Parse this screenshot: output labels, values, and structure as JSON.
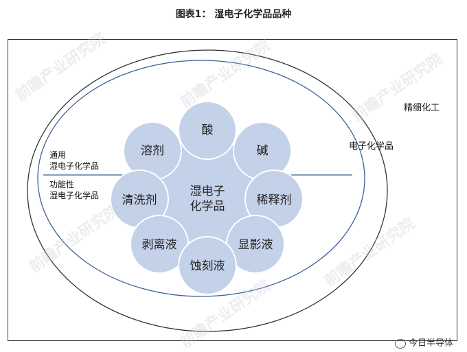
{
  "title": "图表1： 湿电子化学品品种",
  "regions": {
    "outer": "精细化工",
    "middle": "电子化学品",
    "general": [
      "通用",
      "湿电子化学品"
    ],
    "functional": [
      "功能性",
      "湿电子化学品"
    ]
  },
  "center": [
    "湿电子",
    "化学品"
  ],
  "circles": {
    "acid": "酸",
    "alkali": "碱",
    "solvent": "溶剂",
    "cleaner": "清洗剂",
    "diluent": "稀释剂",
    "stripper": "剥离液",
    "developer": "显影液",
    "etchant": "蚀刻液"
  },
  "watermark": "前瞻产业研究院",
  "footer_logo": "今日半导体",
  "colors": {
    "circle_fill": "#c3d1e9",
    "line": "#3d5f9c",
    "border": "#333333"
  }
}
